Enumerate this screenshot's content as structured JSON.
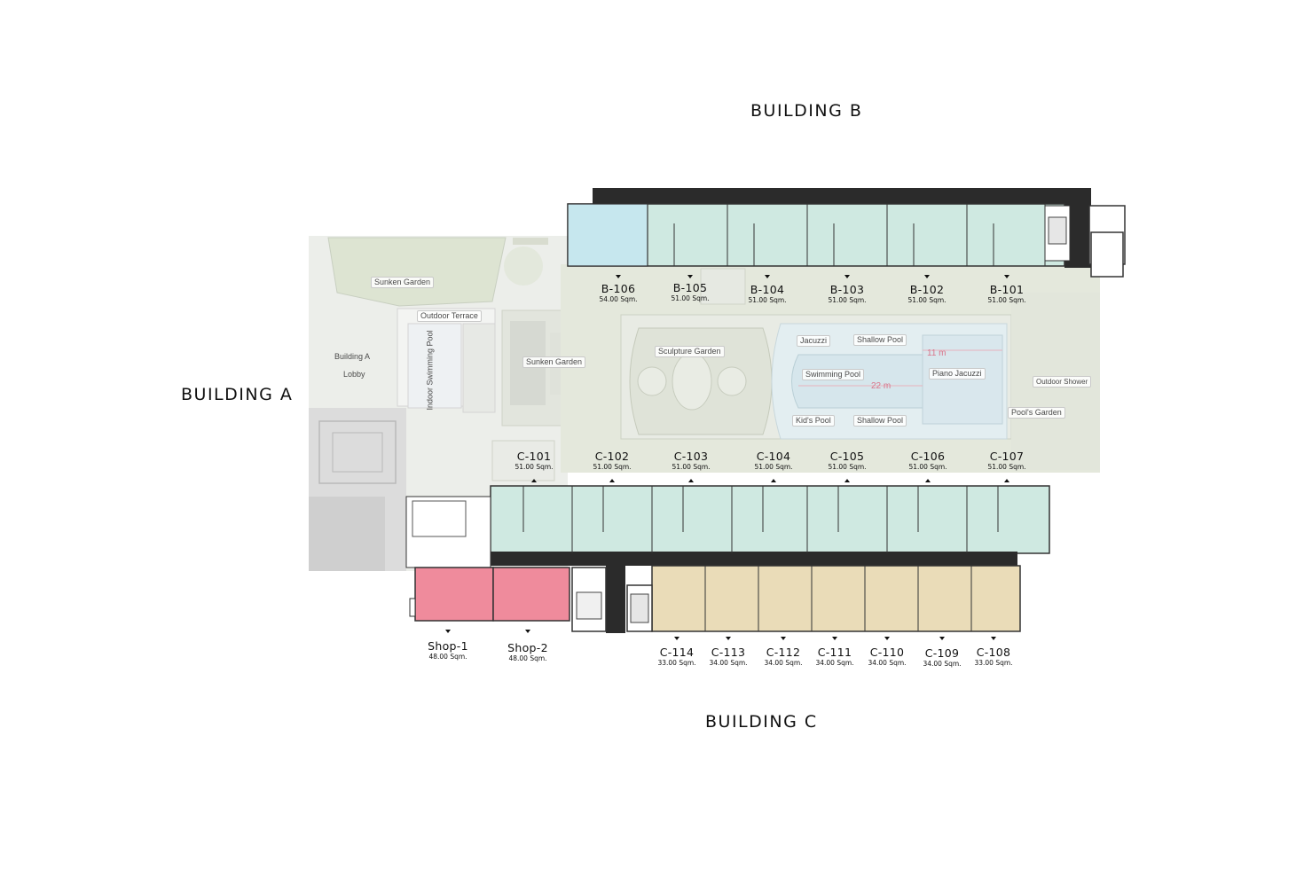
{
  "buildings": {
    "a": "BUILDING A",
    "b": "BUILDING B",
    "c": "BUILDING C"
  },
  "units_b": [
    {
      "id": "B-106",
      "area": "54.00 Sqm."
    },
    {
      "id": "B-105",
      "area": "51.00 Sqm."
    },
    {
      "id": "B-104",
      "area": "51.00 Sqm."
    },
    {
      "id": "B-103",
      "area": "51.00 Sqm."
    },
    {
      "id": "B-102",
      "area": "51.00 Sqm."
    },
    {
      "id": "B-101",
      "area": "51.00 Sqm."
    }
  ],
  "units_c_upper": [
    {
      "id": "C-101",
      "area": "51.00 Sqm."
    },
    {
      "id": "C-102",
      "area": "51.00 Sqm."
    },
    {
      "id": "C-103",
      "area": "51.00 Sqm."
    },
    {
      "id": "C-104",
      "area": "51.00 Sqm."
    },
    {
      "id": "C-105",
      "area": "51.00 Sqm."
    },
    {
      "id": "C-106",
      "area": "51.00 Sqm."
    },
    {
      "id": "C-107",
      "area": "51.00 Sqm."
    }
  ],
  "units_c_lower": [
    {
      "id": "C-114",
      "area": "33.00 Sqm."
    },
    {
      "id": "C-113",
      "area": "34.00 Sqm."
    },
    {
      "id": "C-112",
      "area": "34.00 Sqm."
    },
    {
      "id": "C-111",
      "area": "34.00 Sqm."
    },
    {
      "id": "C-110",
      "area": "34.00 Sqm."
    },
    {
      "id": "C-109",
      "area": "34.00 Sqm."
    },
    {
      "id": "C-108",
      "area": "33.00 Sqm."
    }
  ],
  "shops": [
    {
      "id": "Shop-1",
      "area": "48.00 Sqm."
    },
    {
      "id": "Shop-2",
      "area": "48.00 Sqm."
    }
  ],
  "amenities": {
    "sunken_garden_top": "Sunken Garden",
    "outdoor_terrace": "Outdoor Terrace",
    "building_a": "Building A",
    "lobby": "Lobby",
    "indoor_pool": "Indoor Swimming Pool",
    "sunken_garden_mid": "Sunken Garden",
    "sculpture_garden": "Sculpture Garden",
    "jacuzzi": "Jacuzzi",
    "shallow_pool_top": "Shallow Pool",
    "swimming_pool": "Swimming Pool",
    "piano_jacuzzi": "Piano Jacuzzi",
    "kids_pool": "Kid's Pool",
    "shallow_pool_bottom": "Shallow Pool",
    "outdoor_shower": "Outdoor Shower",
    "pools_garden": "Pool's Garden",
    "dim_11m": "11 m",
    "dim_22m": "22 m"
  },
  "colors": {
    "building_b_units": "#cfe9e1",
    "building_c_upper_units": "#cfe9e1",
    "building_c_lower_units": "#eadcb8",
    "shops": "#ef8b9c",
    "corridor": "#2b2b2b",
    "garden_fade": "#e4e8dc"
  }
}
